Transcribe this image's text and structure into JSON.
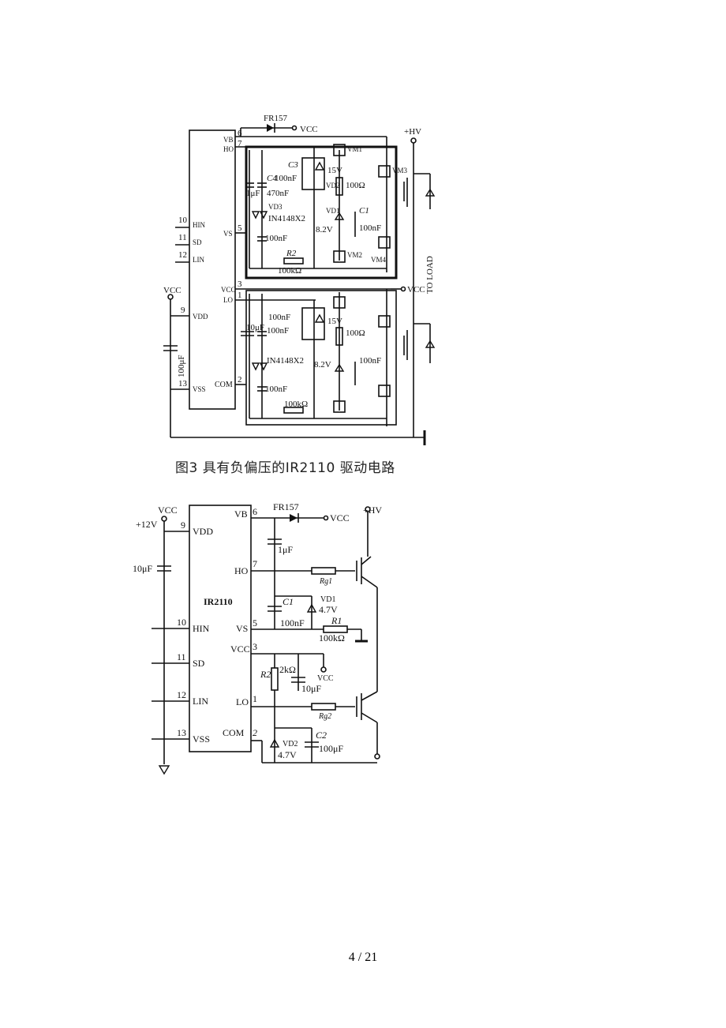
{
  "figure1": {
    "caption": "图3 具有负偏压的IR2110 驱动电路",
    "labels": {
      "fr157": "FR157",
      "vcc_top": "VCC",
      "hv": "+HV",
      "vcc_mid": "VCC",
      "to_load": "TO LOAD",
      "pin6": "6",
      "pin7": "7",
      "pin5": "5",
      "pin3": "3",
      "pin1": "1",
      "pin2": "2",
      "pin10": "10",
      "pin11": "11",
      "pin12": "12",
      "pin9": "9",
      "pin13": "13",
      "vb": "VB",
      "ho": "HO",
      "vs": "VS",
      "vcc_pin": "VCC",
      "lo": "LO",
      "hin": "HIN",
      "sd": "SD",
      "lin": "LIN",
      "vdd": "VDD",
      "vss": "VSS",
      "com": "COM",
      "vcc_left": "VCC",
      "c3": "C3",
      "c4": "C4",
      "c1": "C1",
      "r2": "R2",
      "cap_100nf_a": "100nF",
      "cap_470nf": "470nF",
      "cap_1uf": "1μF",
      "vd3": "VD3",
      "vd2": "VD2",
      "vd1": "VD1",
      "in4148_a": "IN4148X2",
      "cap_100nf_b": "100nF",
      "z15v_a": "15V",
      "r100_a": "100Ω",
      "z82_a": "8.2V",
      "cap_100nf_c": "100nF",
      "r100k_a": "100kΩ",
      "vm1": "VM1",
      "vm2": "VM2",
      "vm3": "VM3",
      "vm4": "VM4",
      "cap_10uf": "10μF",
      "cap_100nf_d": "100nF",
      "cap_100nf_e": "100nF",
      "z15v_b": "15V",
      "r100_b": "100Ω",
      "in4148_b": "IN4148X2",
      "z82_b": "8.2V",
      "cap_100nf_f": "100nF",
      "cap_100nf_g": "100nF",
      "r100k_b": "100kΩ",
      "cap_100uf": "100μF"
    }
  },
  "figure2": {
    "labels": {
      "chip": "IR2110",
      "vcc_left": "VCC",
      "v12": "+12V",
      "c10uf": "10μF",
      "pin9": "9",
      "vdd": "VDD",
      "pin10": "10",
      "hin": "HIN",
      "pin11": "11",
      "sd": "SD",
      "pin12": "12",
      "lin": "LIN",
      "pin13": "13",
      "vss": "VSS",
      "vb": "VB",
      "pin6": "6",
      "ho": "HO",
      "pin7": "7",
      "vs": "VS",
      "pin5": "5",
      "vcc_pin": "VCC",
      "pin3": "3",
      "lo": "LO",
      "pin1": "1",
      "com": "COM",
      "pin2": "2",
      "fr157": "FR157",
      "vcc_top": "VCC",
      "hv": "+HV",
      "c1uf": "1μF",
      "rg1": "Rg1",
      "c1": "C1",
      "c1val": "100nF",
      "vd1": "VD1",
      "vd1v": "4.7V",
      "r1": "R1",
      "r1val": "100kΩ",
      "r2": "R2",
      "r2val": "2kΩ",
      "vcc_small": "VCC",
      "c10uf_b": "10μF",
      "rg2": "Rg2",
      "vd2": "VD2",
      "vd2v": "4.7V",
      "c2": "C2",
      "c2val": "100μF"
    }
  },
  "footer": {
    "page": "4 / 21"
  }
}
